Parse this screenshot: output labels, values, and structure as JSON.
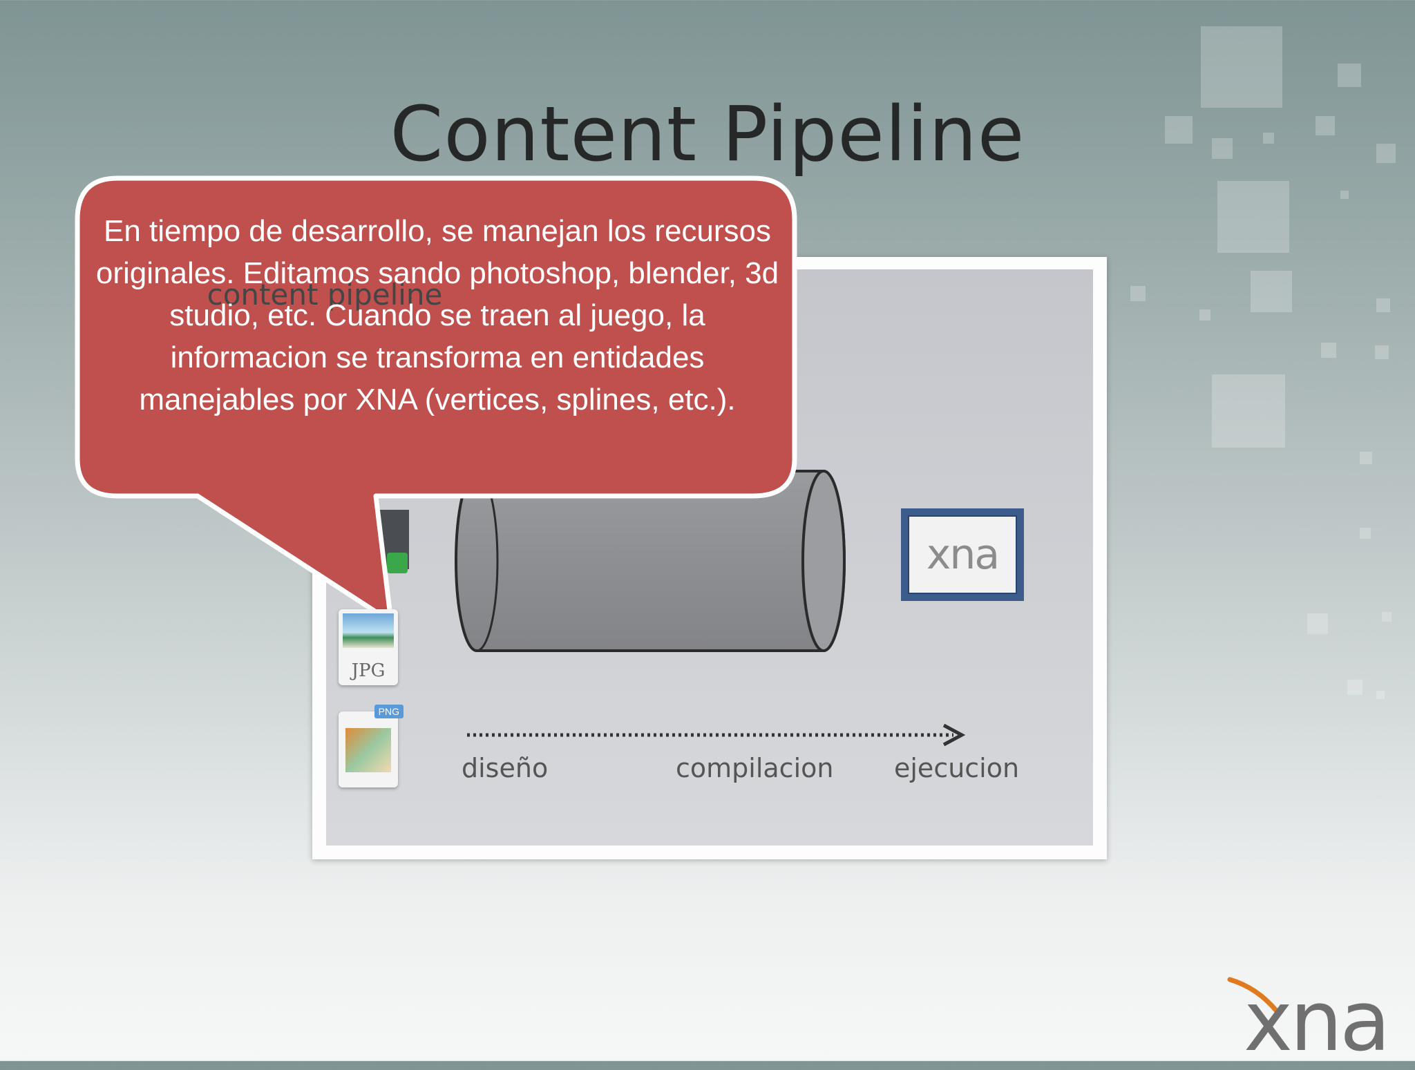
{
  "slide": {
    "title": "Content Pipeline"
  },
  "callout": {
    "text": "En tiempo de desarrollo, se manejan los recursos originales. Editamos sando photoshop, blender, 3d studio, etc. Cuando se traen al juego, la informacion se transforma en entidades manejables por XNA (vertices, splines, etc.).",
    "color": "#c0504d"
  },
  "diagram": {
    "cylinder_label": "content pipeline",
    "runtime_box_label": "xna",
    "file_icons": [
      {
        "name": "jpg-file-icon",
        "label": "JPG"
      },
      {
        "name": "png-file-icon",
        "badge": "PNG"
      }
    ],
    "stages": [
      "diseño",
      "compilacion",
      "ejecucion"
    ]
  },
  "footer": {
    "logo_text": "xna",
    "accent_color": "#e07a1e"
  }
}
